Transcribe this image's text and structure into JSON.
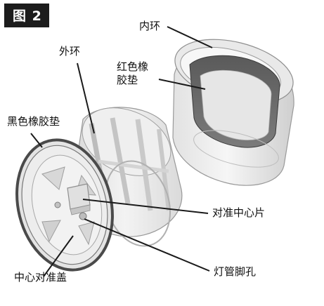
{
  "figure_tag": "图 2",
  "labels": {
    "inner_ring": "内环",
    "red_rubber_gasket": "红色橡胶垫",
    "outer_ring": "外环",
    "black_rubber_gasket": "黑色橡胶垫",
    "alignment_center_piece": "对准中心片",
    "lamp_pin_hole": "灯管脚孔",
    "center_alignment_cover": "中心对准盖"
  },
  "colors": {
    "tag_background": "#1c1c1c",
    "part_fill": "#eeeeee",
    "part_shade": "#c9c9c9",
    "gasket_dark": "#4a4a4a",
    "leader_line": "#1a1a1a"
  }
}
